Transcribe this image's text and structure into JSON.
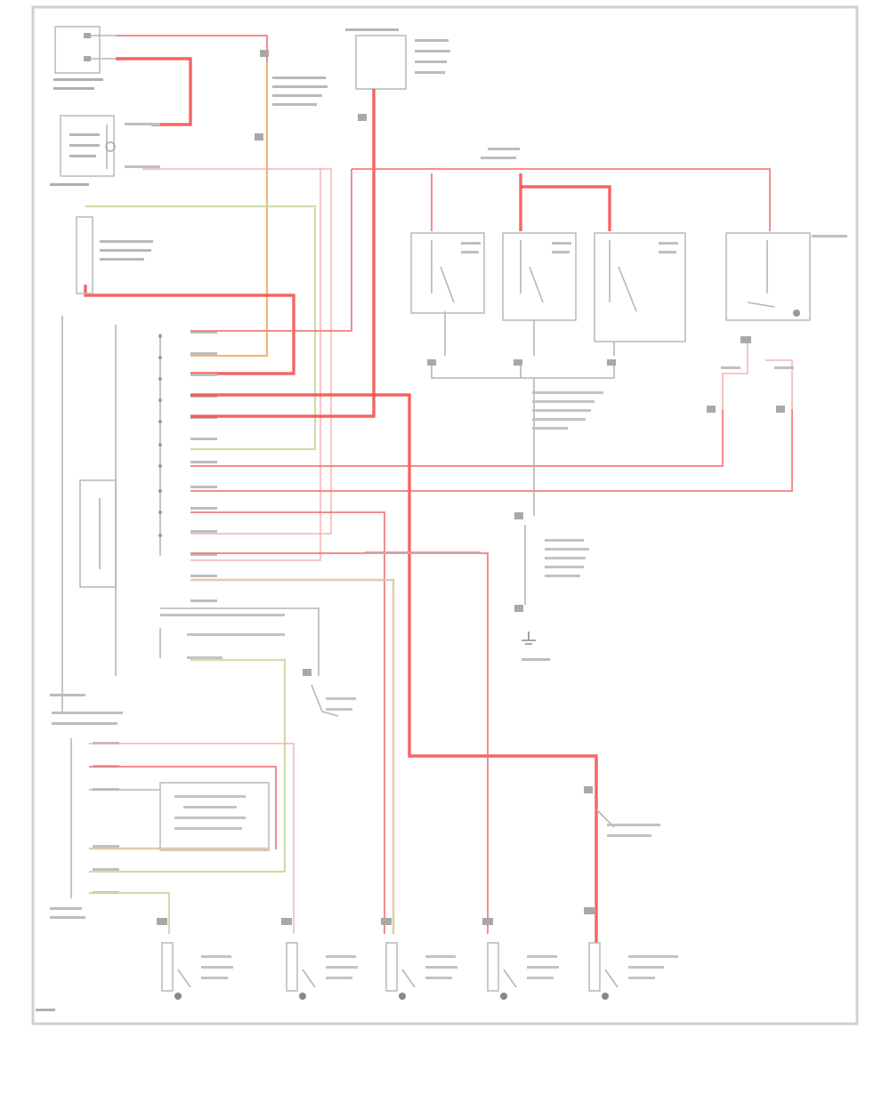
{
  "diagram": {
    "title": "",
    "components": [
      {
        "id": "c1"
      },
      {
        "id": "c2"
      },
      {
        "id": "c3"
      },
      {
        "id": "c4"
      },
      {
        "id": "c5"
      },
      {
        "id": "c6"
      },
      {
        "id": "c7"
      },
      {
        "id": "c8"
      },
      {
        "id": "c9"
      },
      {
        "id": "c10"
      },
      {
        "id": "c11"
      },
      {
        "id": "c12"
      },
      {
        "id": "c13"
      },
      {
        "id": "c14"
      },
      {
        "id": "c15"
      },
      {
        "id": "c16"
      },
      {
        "id": "c17"
      },
      {
        "id": "c18"
      },
      {
        "id": "c19"
      },
      {
        "id": "c20"
      }
    ],
    "colors": {
      "red": "#f24a4a",
      "pink": "#f4a0a0",
      "orange": "#f0a860",
      "green": "#c9dc9e",
      "tan": "#dcc7a0",
      "gray": "#b5b5b5"
    }
  }
}
